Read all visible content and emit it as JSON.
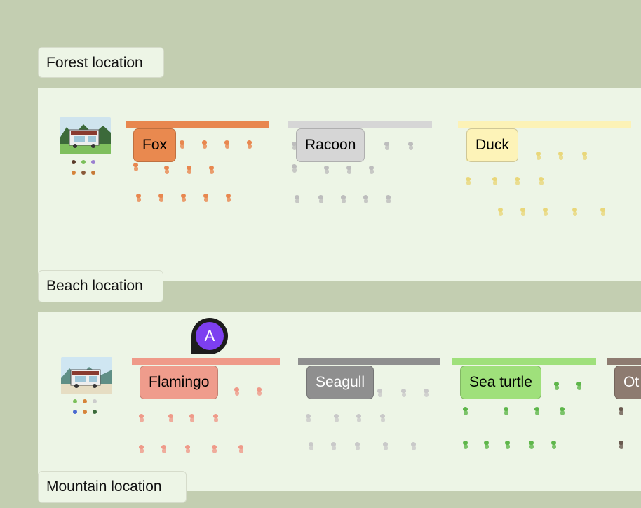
{
  "locations": [
    {
      "label": "Forest location"
    },
    {
      "label": "Beach location"
    },
    {
      "label": "Mountain location"
    }
  ],
  "forest": {
    "animals": [
      {
        "name": "Fox",
        "color": "#e9894f",
        "bar": "#e8874f"
      },
      {
        "name": "Racoon",
        "color": "#d6d6d6",
        "bar": "#d6d6d6"
      },
      {
        "name": "Duck",
        "color": "#fdf3b8",
        "bar": "#fcf2b6"
      }
    ]
  },
  "beach": {
    "animals": [
      {
        "name": "Flamingo",
        "color": "#ef9c8c",
        "bar": "#ef9a89"
      },
      {
        "name": "Seagull",
        "color": "#8f8f8f",
        "bar": "#8f8f8f"
      },
      {
        "name": "Sea turtle",
        "color": "#9fe07b",
        "bar": "#9fe07b"
      },
      {
        "name": "Ot",
        "color": "#8d7b70",
        "bar": "#8d7b70"
      }
    ]
  },
  "cursor": {
    "initial": "A",
    "color": "#7d3ff0"
  },
  "colors": {
    "canvas": "#c3ceb1",
    "frame": "#edf5e6"
  }
}
